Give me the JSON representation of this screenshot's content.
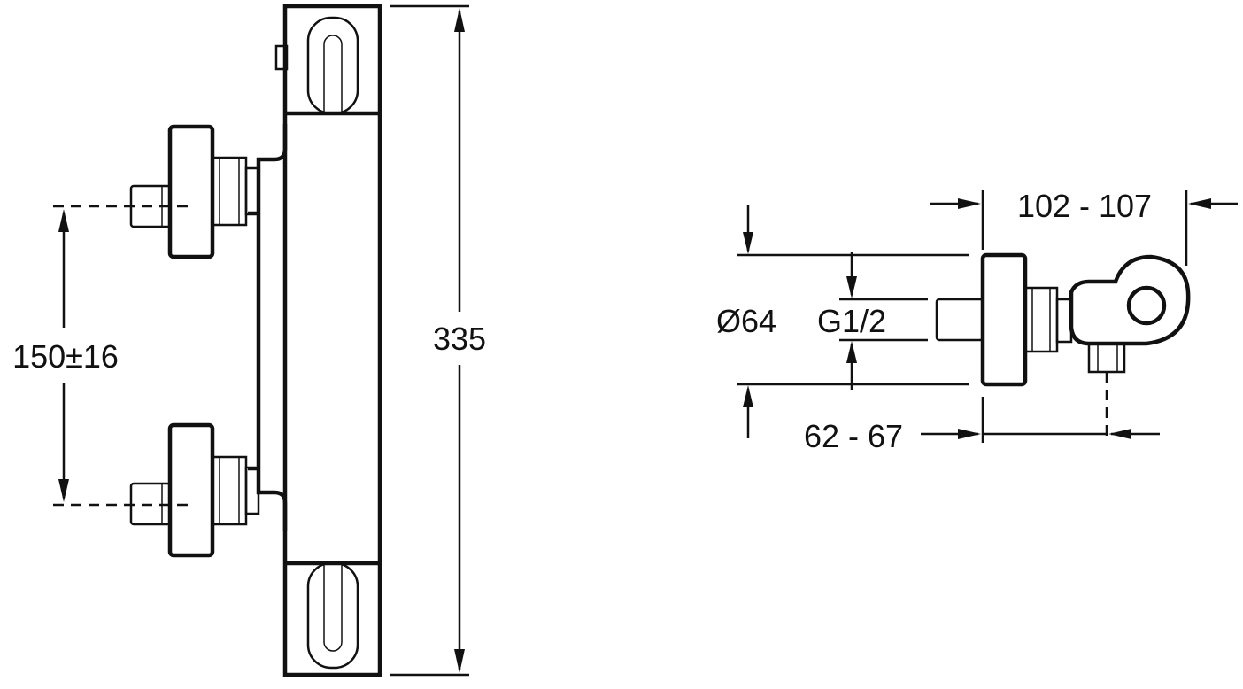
{
  "drawing": {
    "front_view": {
      "dimensions": {
        "height": "335",
        "inlet_spacing": "150±16"
      }
    },
    "side_view": {
      "dimensions": {
        "depth_top": "102 - 107",
        "depth_bottom": "62 - 67",
        "diameter": "Ø64",
        "thread": "G1/2"
      }
    }
  }
}
